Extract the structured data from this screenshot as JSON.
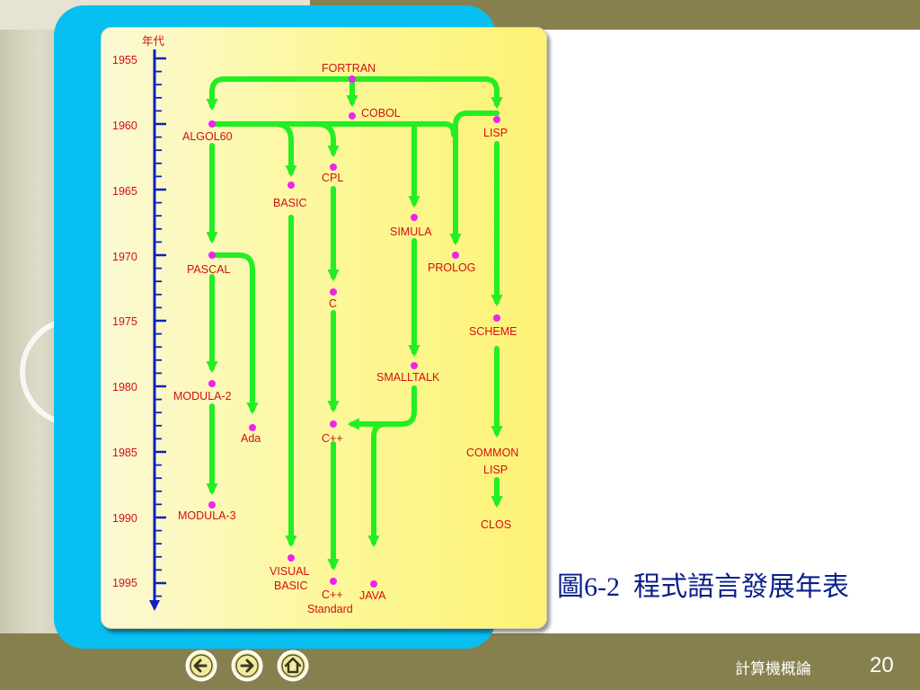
{
  "axis": {
    "title": "年代",
    "years": [
      "1955",
      "1960",
      "1965",
      "1970",
      "1975",
      "1980",
      "1985",
      "1990",
      "1995"
    ]
  },
  "nodes": {
    "fortran": "FORTRAN",
    "cobol": "COBOL",
    "algol60": "ALGOL60",
    "lisp": "LISP",
    "basic": "BASIC",
    "cpl": "CPL",
    "simula": "SIMULA",
    "prolog": "PROLOG",
    "pascal": "PASCAL",
    "c": "C",
    "scheme": "SCHEME",
    "smalltalk": "SMALLTALK",
    "modula2": "MODULA-2",
    "ada": "Ada",
    "cpp": "C++",
    "common_lisp_1": "COMMON",
    "common_lisp_2": "LISP",
    "modula3": "MODULA-3",
    "clos": "CLOS",
    "visual_basic_1": "VISUAL",
    "visual_basic_2": "BASIC",
    "cpp_standard_1": "C++",
    "cpp_standard_2": "Standard",
    "java": "JAVA"
  },
  "caption": "圖6-2  程式語言發展年表",
  "footer": {
    "title": "計算機概論",
    "page_number": "20"
  },
  "colors": {
    "arrow": "#22ee22",
    "node_dot": "#ee22ee",
    "label": "#d11010",
    "axis": "#1020c0",
    "caption": "#0a1f8a",
    "panel": "#08bff2",
    "bar": "#86804f"
  },
  "icons": {
    "prev": "arrow-left-circle-icon",
    "next": "arrow-right-circle-icon",
    "home": "home-icon"
  }
}
